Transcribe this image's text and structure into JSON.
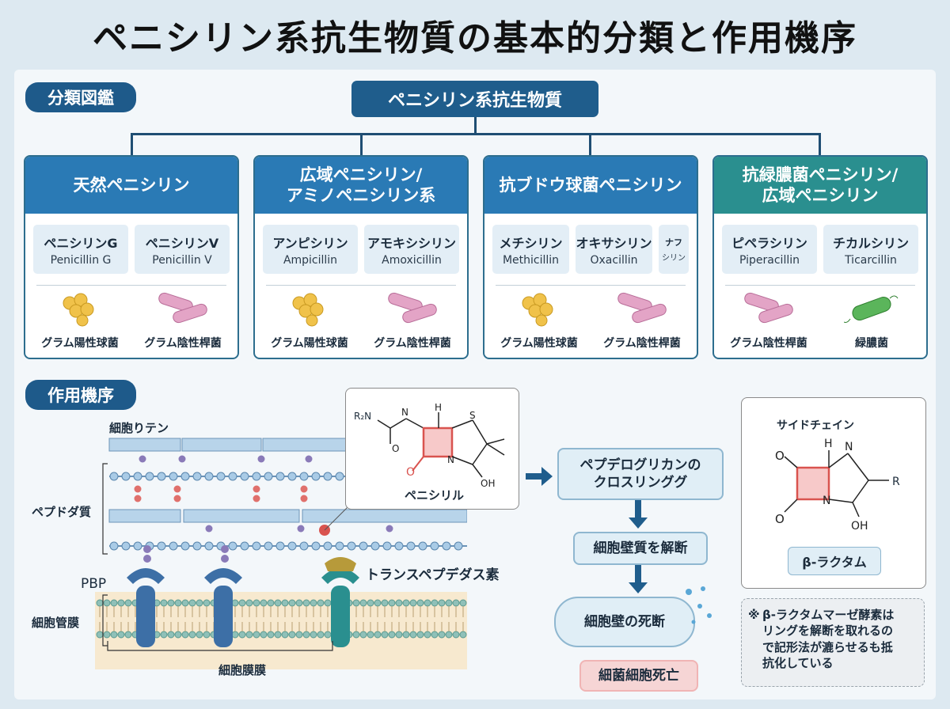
{
  "title": "ペニシリン系抗生物質の基本的分類と作用機序",
  "section_classification": "分類図鑑",
  "section_mechanism": "作用機序",
  "root": "ペニシリン系抗生物質",
  "categories": [
    {
      "title": "天然ペニシリン",
      "color": "#2a7ab5",
      "drugs": [
        {
          "jp": "ペニシリンG",
          "en": "Penicillin G"
        },
        {
          "jp": "ペニシリンV",
          "en": "Penicillin V"
        }
      ],
      "targets": [
        {
          "label": "グラム陽性球菌",
          "icon": "cocci-icon"
        },
        {
          "label": "グラム陰性桿菌",
          "icon": "rod-icon"
        }
      ]
    },
    {
      "title": "広域ペニシリン/\nアミノペニシリン系",
      "color": "#2a7ab5",
      "drugs": [
        {
          "jp": "アンピシリン",
          "en": "Ampicillin"
        },
        {
          "jp": "アモキシシリン",
          "en": "Amoxicillin"
        }
      ],
      "targets": [
        {
          "label": "グラム陽性球菌",
          "icon": "cocci-icon"
        },
        {
          "label": "グラム陰性桿菌",
          "icon": "rod-icon"
        }
      ]
    },
    {
      "title": "抗ブドウ球菌ペニシリン",
      "color": "#2a7ab5",
      "drugs": [
        {
          "jp": "メチシリン",
          "en": "Methicillin"
        },
        {
          "jp": "オキサシリン",
          "en": "Oxacillin"
        },
        {
          "jp": "ナフ",
          "en": "シリン"
        }
      ],
      "targets": [
        {
          "label": "グラム陽性球菌",
          "icon": "cocci-icon"
        },
        {
          "label": "グラム陰性桿菌",
          "icon": "rod-icon"
        }
      ]
    },
    {
      "title": "抗緑膿菌ペニシリン/\n広域ペニシリン",
      "color": "#2a8f8f",
      "drugs": [
        {
          "jp": "ピペラシリン",
          "en": "Piperacillin"
        },
        {
          "jp": "チカルシリン",
          "en": "Ticarcillin"
        }
      ],
      "targets": [
        {
          "label": "グラム陰性桿菌",
          "icon": "rod-icon"
        },
        {
          "label": "緑膿菌",
          "icon": "pseudomonas-icon"
        }
      ]
    }
  ],
  "mechanism": {
    "label_wall": "細胞りテン",
    "label_peptide": "ペプドダ質",
    "label_pbp": "PBP",
    "label_membrane": "細胞管膜",
    "label_bottom": "細胞膜膜",
    "label_enzyme": "トランスペプデダス素",
    "penicillin_name": "ペニシリル",
    "penicillin_r": "R₂N",
    "flow": [
      "ペプデログリカンの\nクロスリンググ",
      "細胞壁質を解断",
      "細胞壁の死断",
      "細菌細胞死亡"
    ],
    "sidechain_title": "サイドチェイン",
    "sidechain_r": "R",
    "beta_lactam": "β-ラクタム",
    "note_mark": "※",
    "note": "β-ラクタムマーゼ酵素は\nリングを解断を取れるの\nで記形法が漉らせるも抵\n抗化している"
  },
  "colors": {
    "header_blue": "#2a7ab5",
    "header_teal": "#2a8f8f",
    "root": "#1f5d8c",
    "accent_red": "#d9534f",
    "pbp_blue": "#3d6fa6",
    "pbp_teal": "#2a8f8f",
    "enzyme_gold": "#b79a3a"
  }
}
